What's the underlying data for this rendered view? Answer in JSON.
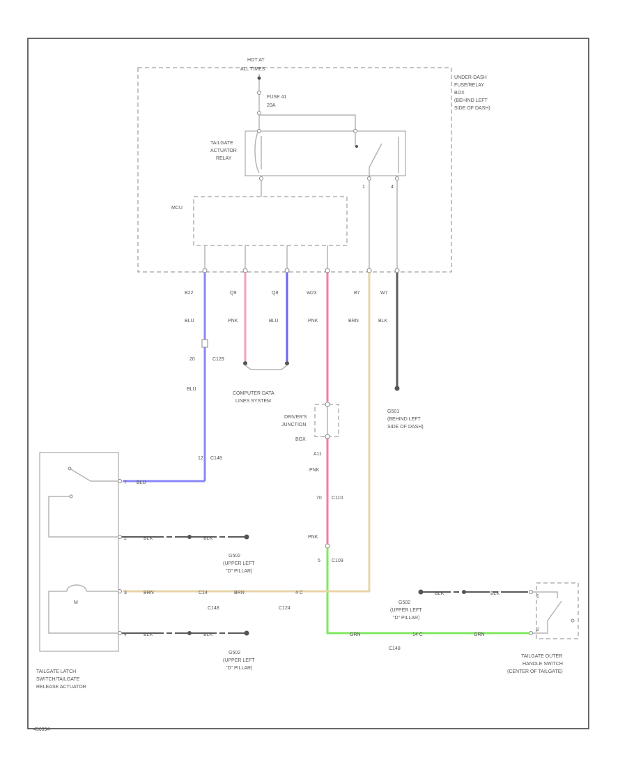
{
  "colors": {
    "blu": "#8a86f7",
    "blu_dark": "#6a64f4",
    "pnk": "#f47ea0",
    "pnk_light": "#f5a0b8",
    "brn": "#e8d4a8",
    "blk": "#5b5b5b",
    "grn": "#7fe85f"
  },
  "labels": {
    "hot_at_all_times": [
      "HOT AT",
      "ALL TIMES"
    ],
    "fuse": [
      "FUSE 41",
      "20A"
    ],
    "relay": [
      "TAILGATE",
      "ACTUATOR",
      "RELAY"
    ],
    "fuse_box": [
      "UNDER-DASH",
      "FUSE/RELAY",
      "BOX",
      "(BEHIND LEFT",
      "SIDE OF DASH)"
    ],
    "mcu": "MCU",
    "relay_pin_1": "1",
    "relay_pin_4": "4",
    "pin_numbers": [
      "B22",
      "Q9",
      "Q8",
      "W23",
      "B7",
      "W7"
    ],
    "wire_colors": [
      "BLU",
      "PNK",
      "BLU",
      "PNK",
      "BRN",
      "BLK"
    ],
    "c129": [
      "20",
      "C129"
    ],
    "blu_lower": "BLU",
    "computer_data": [
      "COMPUTER DATA",
      "LINES SYSTEM"
    ],
    "g501": [
      "G501",
      "(BEHIND LEFT",
      "SIDE OF DASH)"
    ],
    "drivers_jb": [
      "DRIVER'S",
      "JUNCTION",
      "BOX"
    ],
    "a11": "A11",
    "pnk_mid": "PNK",
    "c110": [
      "70",
      "C110"
    ],
    "pnk_low": "PNK",
    "c109": [
      "5",
      "C109"
    ],
    "c148_top": [
      "12",
      "C148"
    ],
    "latch_pins": [
      "7",
      "2",
      "3",
      "4"
    ],
    "latch_wires": [
      "BLU",
      "BLK",
      "BRN",
      "BLK"
    ],
    "blk_seg": [
      "BLK",
      "BLK"
    ],
    "g502_a": [
      "G502",
      "(UPPER LEFT",
      "\"D\" PILLAR)"
    ],
    "g502_b": [
      "G502",
      "(UPPER LEFT",
      "\"D\" PILLAR)"
    ],
    "g502_c": [
      "G502",
      "(UPPER LEFT",
      "\"D\" PILLAR)"
    ],
    "brn_mid": [
      "C14",
      "BRN"
    ],
    "brn_pins": [
      "C148",
      "C124"
    ],
    "c124_pin": "4 C",
    "latch_name": [
      "TAILGATE LATCH",
      "SWITCH/TAILGATE",
      "RELEASE ACTUATOR"
    ],
    "sw_label": "M",
    "grn_labels": [
      "GRN",
      "14 C",
      "GRN"
    ],
    "c148_bottom": "C148",
    "outer_switch_blk": [
      "BLK",
      "BLK"
    ],
    "outer_switch_pins": [
      "1",
      "2"
    ],
    "outer_switch": [
      "TAILGATE OUTER",
      "HANDLE SWITCH",
      "(CENTER OF TAILGATE)"
    ],
    "footer_code": "456994"
  }
}
